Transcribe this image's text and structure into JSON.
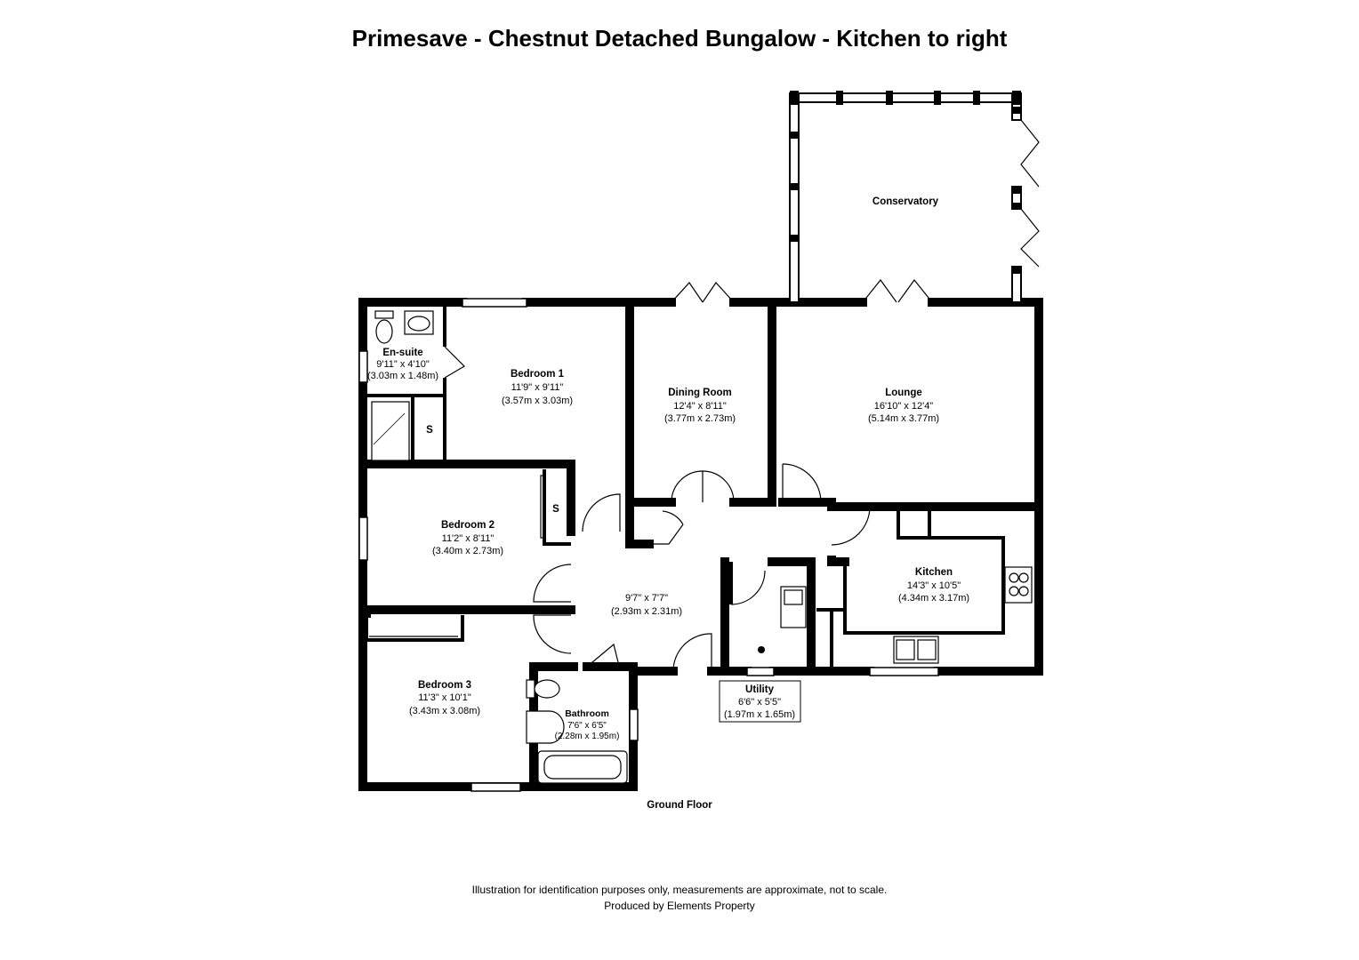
{
  "title": "Primesave - Chestnut Detached Bungalow - Kitchen to right",
  "floor_label": "Ground Floor",
  "footer": {
    "line1": "Illustration for identification purposes only, measurements are approximate, not to scale.",
    "line2": "Produced by Elements Property"
  },
  "rooms": {
    "conservatory": {
      "name": "Conservatory"
    },
    "ensuite": {
      "name": "En-suite",
      "dim_imperial": "9'11\" x 4'10\"",
      "dim_metric": "(3.03m x 1.48m)"
    },
    "bedroom1": {
      "name": "Bedroom 1",
      "dim_imperial": "11'9\" x 9'11\"",
      "dim_metric": "(3.57m x 3.03m)"
    },
    "dining": {
      "name": "Dining Room",
      "dim_imperial": "12'4\" x 8'11\"",
      "dim_metric": "(3.77m x 2.73m)"
    },
    "lounge": {
      "name": "Lounge",
      "dim_imperial": "16'10\" x 12'4\"",
      "dim_metric": "(5.14m x 3.77m)"
    },
    "bedroom2": {
      "name": "Bedroom 2",
      "dim_imperial": "11'2\" x 8'11\"",
      "dim_metric": "(3.40m x 2.73m)"
    },
    "hall": {
      "dim_imperial": "9'7\" x 7'7\"",
      "dim_metric": "(2.93m x 2.31m)"
    },
    "kitchen": {
      "name": "Kitchen",
      "dim_imperial": "14'3\" x 10'5\"",
      "dim_metric": "(4.34m x 3.17m)"
    },
    "bedroom3": {
      "name": "Bedroom 3",
      "dim_imperial": "11'3\" x 10'1\"",
      "dim_metric": "(3.43m x 3.08m)"
    },
    "bathroom": {
      "name": "Bathroom",
      "dim_imperial": "7'6\" x 6'5\"",
      "dim_metric": "(2.28m x 1.95m)"
    },
    "utility": {
      "name": "Utility",
      "dim_imperial": "6'6\" x 5'5\"",
      "dim_metric": "(1.97m x 1.65m)"
    }
  },
  "storage_label": "S"
}
